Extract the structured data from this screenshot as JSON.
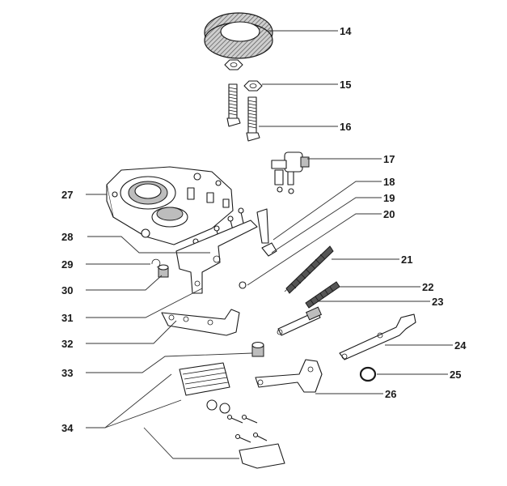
{
  "diagram": {
    "callouts": [
      {
        "id": "14",
        "label": "14"
      },
      {
        "id": "15",
        "label": "15"
      },
      {
        "id": "16",
        "label": "16"
      },
      {
        "id": "17",
        "label": "17"
      },
      {
        "id": "18",
        "label": "18"
      },
      {
        "id": "19",
        "label": "19"
      },
      {
        "id": "20",
        "label": "20"
      },
      {
        "id": "21",
        "label": "21"
      },
      {
        "id": "22",
        "label": "22"
      },
      {
        "id": "23",
        "label": "23"
      },
      {
        "id": "24",
        "label": "24"
      },
      {
        "id": "25",
        "label": "25"
      },
      {
        "id": "26",
        "label": "26"
      },
      {
        "id": "27",
        "label": "27"
      },
      {
        "id": "28",
        "label": "28"
      },
      {
        "id": "29",
        "label": "29"
      },
      {
        "id": "30",
        "label": "30"
      },
      {
        "id": "31",
        "label": "31"
      },
      {
        "id": "32",
        "label": "32"
      },
      {
        "id": "33",
        "label": "33"
      },
      {
        "id": "34",
        "label": "34"
      }
    ]
  }
}
